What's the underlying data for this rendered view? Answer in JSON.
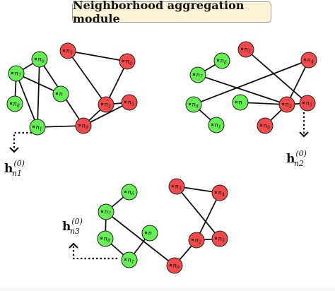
{
  "title": "Neighborhood aggregation module",
  "colors": {
    "green": "#66ee55",
    "red": "#f24a4a",
    "title_bg": "#fdf3d6"
  },
  "graphs": [
    {
      "id": "g1",
      "nodes": [
        {
          "id": "n6",
          "base": "n",
          "sub": "6",
          "color": "green"
        },
        {
          "id": "n7",
          "base": "n",
          "sub": "7",
          "color": "green"
        },
        {
          "id": "n8",
          "base": "n",
          "sub": "8",
          "color": "green"
        },
        {
          "id": "n",
          "base": "n",
          "sub": "",
          "color": "green"
        },
        {
          "id": "n1",
          "base": "n",
          "sub": "1",
          "color": "green"
        },
        {
          "id": "n3",
          "base": "n",
          "sub": "3",
          "color": "red"
        },
        {
          "id": "n4",
          "base": "n",
          "sub": "4",
          "color": "red"
        },
        {
          "id": "n2",
          "base": "n",
          "sub": "2",
          "color": "red"
        },
        {
          "id": "n5",
          "base": "n",
          "sub": "5",
          "color": "red"
        },
        {
          "id": "n9",
          "base": "n",
          "sub": "9",
          "color": "red"
        }
      ],
      "edges": [
        [
          "n6",
          "n7"
        ],
        [
          "n7",
          "n8"
        ],
        [
          "n7",
          "n1"
        ],
        [
          "n7",
          "n"
        ],
        [
          "n6",
          "n1"
        ],
        [
          "n6",
          "n9"
        ],
        [
          "n3",
          "n4"
        ],
        [
          "n3",
          "n2"
        ],
        [
          "n4",
          "n2"
        ],
        [
          "n2",
          "n5"
        ],
        [
          "n2",
          "n9"
        ],
        [
          "n5",
          "n9"
        ],
        [
          "n1",
          "n9"
        ]
      ],
      "label": {
        "base": "h",
        "sup": "(0)",
        "sub": "n1"
      }
    },
    {
      "id": "g2",
      "nodes": [
        {
          "id": "n6",
          "base": "n",
          "sub": "6",
          "color": "green"
        },
        {
          "id": "n7",
          "base": "n",
          "sub": "7",
          "color": "green"
        },
        {
          "id": "n8",
          "base": "n",
          "sub": "8",
          "color": "green"
        },
        {
          "id": "n",
          "base": "n",
          "sub": "",
          "color": "green"
        },
        {
          "id": "n1",
          "base": "n",
          "sub": "1",
          "color": "green"
        },
        {
          "id": "n3",
          "base": "n",
          "sub": "3",
          "color": "red"
        },
        {
          "id": "n4",
          "base": "n",
          "sub": "4",
          "color": "red"
        },
        {
          "id": "n2",
          "base": "n",
          "sub": "2",
          "color": "red"
        },
        {
          "id": "n5",
          "base": "n",
          "sub": "5",
          "color": "red"
        },
        {
          "id": "n9",
          "base": "n",
          "sub": "9",
          "color": "red"
        }
      ],
      "edges": [
        [
          "n6",
          "n7"
        ],
        [
          "n7",
          "n2"
        ],
        [
          "n8",
          "n4"
        ],
        [
          "n8",
          "n1"
        ],
        [
          "n",
          "n2"
        ],
        [
          "n3",
          "n5"
        ],
        [
          "n4",
          "n2"
        ],
        [
          "n2",
          "n5"
        ],
        [
          "n2",
          "n9"
        ]
      ],
      "label": {
        "base": "h",
        "sup": "(0)",
        "sub": "n2"
      }
    },
    {
      "id": "g3",
      "nodes": [
        {
          "id": "n6",
          "base": "n",
          "sub": "6",
          "color": "green"
        },
        {
          "id": "n7",
          "base": "n",
          "sub": "7",
          "color": "green"
        },
        {
          "id": "n8",
          "base": "n",
          "sub": "8",
          "color": "green"
        },
        {
          "id": "n",
          "base": "n",
          "sub": "",
          "color": "green"
        },
        {
          "id": "n1",
          "base": "n",
          "sub": "1",
          "color": "green"
        },
        {
          "id": "n3",
          "base": "n",
          "sub": "3",
          "color": "red"
        },
        {
          "id": "n4",
          "base": "n",
          "sub": "4",
          "color": "red"
        },
        {
          "id": "n2",
          "base": "n",
          "sub": "2",
          "color": "red"
        },
        {
          "id": "n5",
          "base": "n",
          "sub": "5",
          "color": "red"
        },
        {
          "id": "n9",
          "base": "n",
          "sub": "9",
          "color": "red"
        }
      ],
      "edges": [
        [
          "n6",
          "n7"
        ],
        [
          "n7",
          "n8"
        ],
        [
          "n7",
          "n9"
        ],
        [
          "n8",
          "n1"
        ],
        [
          "n",
          "n1"
        ],
        [
          "n3",
          "n4"
        ],
        [
          "n3",
          "n5"
        ],
        [
          "n4",
          "n2"
        ],
        [
          "n2",
          "n5"
        ],
        [
          "n2",
          "n9"
        ]
      ],
      "label": {
        "base": "h",
        "sup": "(0)",
        "sub": "n3"
      }
    }
  ]
}
